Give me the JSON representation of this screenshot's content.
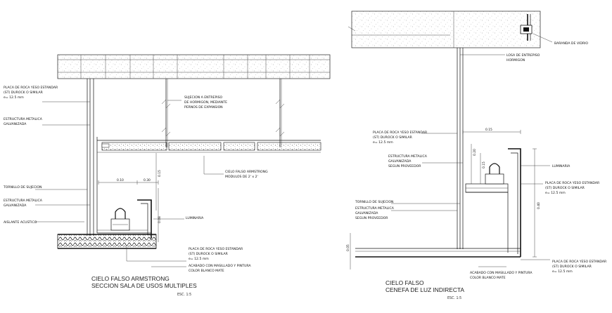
{
  "left_detail": {
    "title_line1": "CIELO FALSO ARMSTRONG",
    "title_line2": "SECCION SALA DE USOS MULTIPLES",
    "scale": "ESC. 1:5",
    "labels": {
      "placa_roca": [
        "PLACA DE ROCA YESO ESTANDAR",
        "(ST) DUROCK O SIMILAR",
        "e= 12.5 mm"
      ],
      "estructura": [
        "ESTRUCTURA METALICA",
        "GALVANIZADA"
      ],
      "sujecion": [
        "SUJECION A ENTREPISO",
        "DE HORMIGON, MEDIANTE",
        "PERNOS DE EXPANSION"
      ],
      "cielo_falso": [
        "CIELO FALSO ARMSTRONG",
        "MODULOS DE 2' x 2'"
      ],
      "tornillo": [
        "TORNILLO DE SUJECION"
      ],
      "estructura2": [
        "ESTRUCTURA METALICA",
        "GALVANIZADA"
      ],
      "aislante": [
        "AISLANTE ACUSTICO"
      ],
      "luminaria": [
        "LUMINARIA"
      ],
      "placa_bottom": [
        "PLACA DE ROCA YESO ESTANDAR",
        "(ST) DUROCK O SIMILAR",
        "e= 12.5 mm"
      ],
      "acabado": [
        "ACABADO CON MASILLADO Y PINTURA",
        "COLOR BLANCO MATE"
      ]
    },
    "dims": [
      "0.10",
      "0.30",
      "0.15",
      "0.08"
    ]
  },
  "right_detail": {
    "title_line1": "CIELO FALSO",
    "title_line2": "CENEFA DE LUZ INDIRECTA",
    "scale": "ESC. 1:5",
    "labels": {
      "baranda": [
        "BARANDA DE VIDRIO"
      ],
      "losa": [
        "LOSA DE ENTREPISO",
        "HORMIGON"
      ],
      "placa_top": [
        "PLACA DE ROCA YESO ESTANDAR",
        "(ST) DUROCK O SIMILAR",
        "e= 12.5 mm"
      ],
      "estructura": [
        "ESTRUCTURA METALICA",
        "GALVANIZADA",
        "SEGUN PROVEEDOR"
      ],
      "luminaria": [
        "LUMINARIA"
      ],
      "placa_right": [
        "PLACA DE ROCA YESO ESTANDAR",
        "(ST) DUROCK O SIMILAR",
        "e= 12.5 mm"
      ],
      "tornillo": [
        "TORNILLO DE SUJECION"
      ],
      "estructura2": [
        "ESTRUCTURA METALICA",
        "GALVANIZADA",
        "SEGUN PROVEEDOR"
      ],
      "placa_bottom": [
        "PLACA DE ROCA YESO ESTANDAR",
        "(ST) DUROCK O SIMILAR",
        "e= 12.5 mm"
      ],
      "acabado": [
        "ACABADO CON MASILLADO Y PINTURA",
        "COLOR BLANCO MATE"
      ]
    },
    "dims": [
      "0.15",
      "0.20",
      "0.15",
      "0.40",
      "0.05"
    ]
  }
}
